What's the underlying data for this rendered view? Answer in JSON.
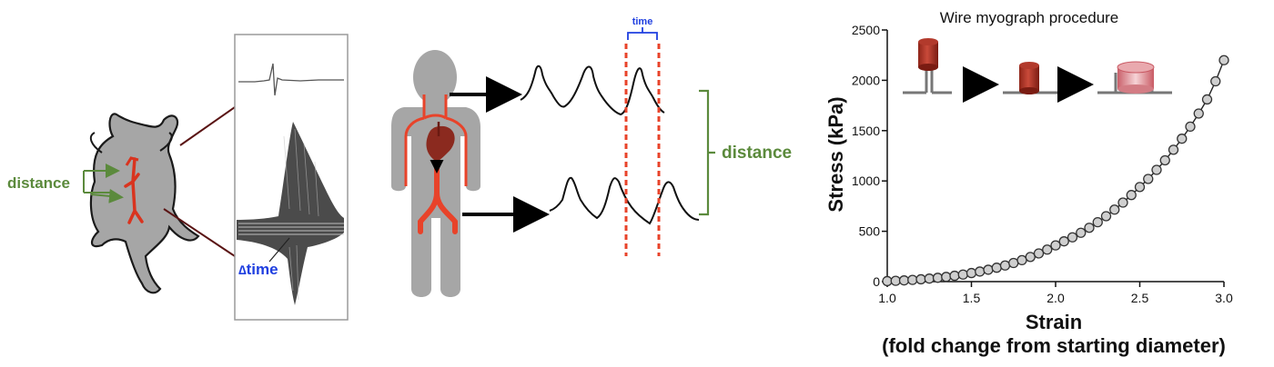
{
  "labels": {
    "mouse_distance": "distance",
    "delta_time": "time",
    "delta_symbol": "∆",
    "pwv_time": "time",
    "pwv_distance": "distance"
  },
  "colors": {
    "green": "#5b8a3c",
    "blue": "#1f3fe0",
    "artery_red": "#e8432a",
    "heart": "#8b2a1f",
    "body_gray": "#a6a6a6",
    "marker_fill": "#cfcfcf"
  },
  "chart_data": {
    "type": "scatter",
    "title": "Wire myograph procedure",
    "xlabel": "Strain",
    "xlabel2": "(fold change from starting diameter)",
    "ylabel": "Stress (kPa)",
    "xlim": [
      1.0,
      3.0
    ],
    "ylim": [
      0,
      2500
    ],
    "xticks": [
      1.0,
      1.5,
      2.0,
      2.5,
      3.0
    ],
    "xtick_labels": [
      "1.0",
      "1.5",
      "2.0",
      "2.5",
      "3.0"
    ],
    "yticks": [
      0,
      500,
      1000,
      1500,
      2000,
      2500
    ],
    "ytick_labels": [
      "0",
      "500",
      "1000",
      "1500",
      "2000",
      "2500"
    ],
    "x": [
      1.0,
      1.05,
      1.1,
      1.15,
      1.2,
      1.25,
      1.3,
      1.35,
      1.4,
      1.45,
      1.5,
      1.55,
      1.6,
      1.65,
      1.7,
      1.75,
      1.8,
      1.85,
      1.9,
      1.95,
      2.0,
      2.05,
      2.1,
      2.15,
      2.2,
      2.25,
      2.3,
      2.35,
      2.4,
      2.45,
      2.5,
      2.55,
      2.6,
      2.65,
      2.7,
      2.75,
      2.8,
      2.85,
      2.9,
      2.95,
      3.0
    ],
    "y": [
      5,
      8,
      12,
      17,
      23,
      30,
      38,
      47,
      58,
      70,
      85,
      100,
      118,
      138,
      160,
      185,
      213,
      245,
      280,
      318,
      360,
      400,
      440,
      485,
      535,
      590,
      650,
      715,
      785,
      860,
      940,
      1020,
      1110,
      1205,
      1310,
      1420,
      1540,
      1670,
      1810,
      1990,
      2200
    ],
    "grid": false,
    "legend": "none"
  }
}
